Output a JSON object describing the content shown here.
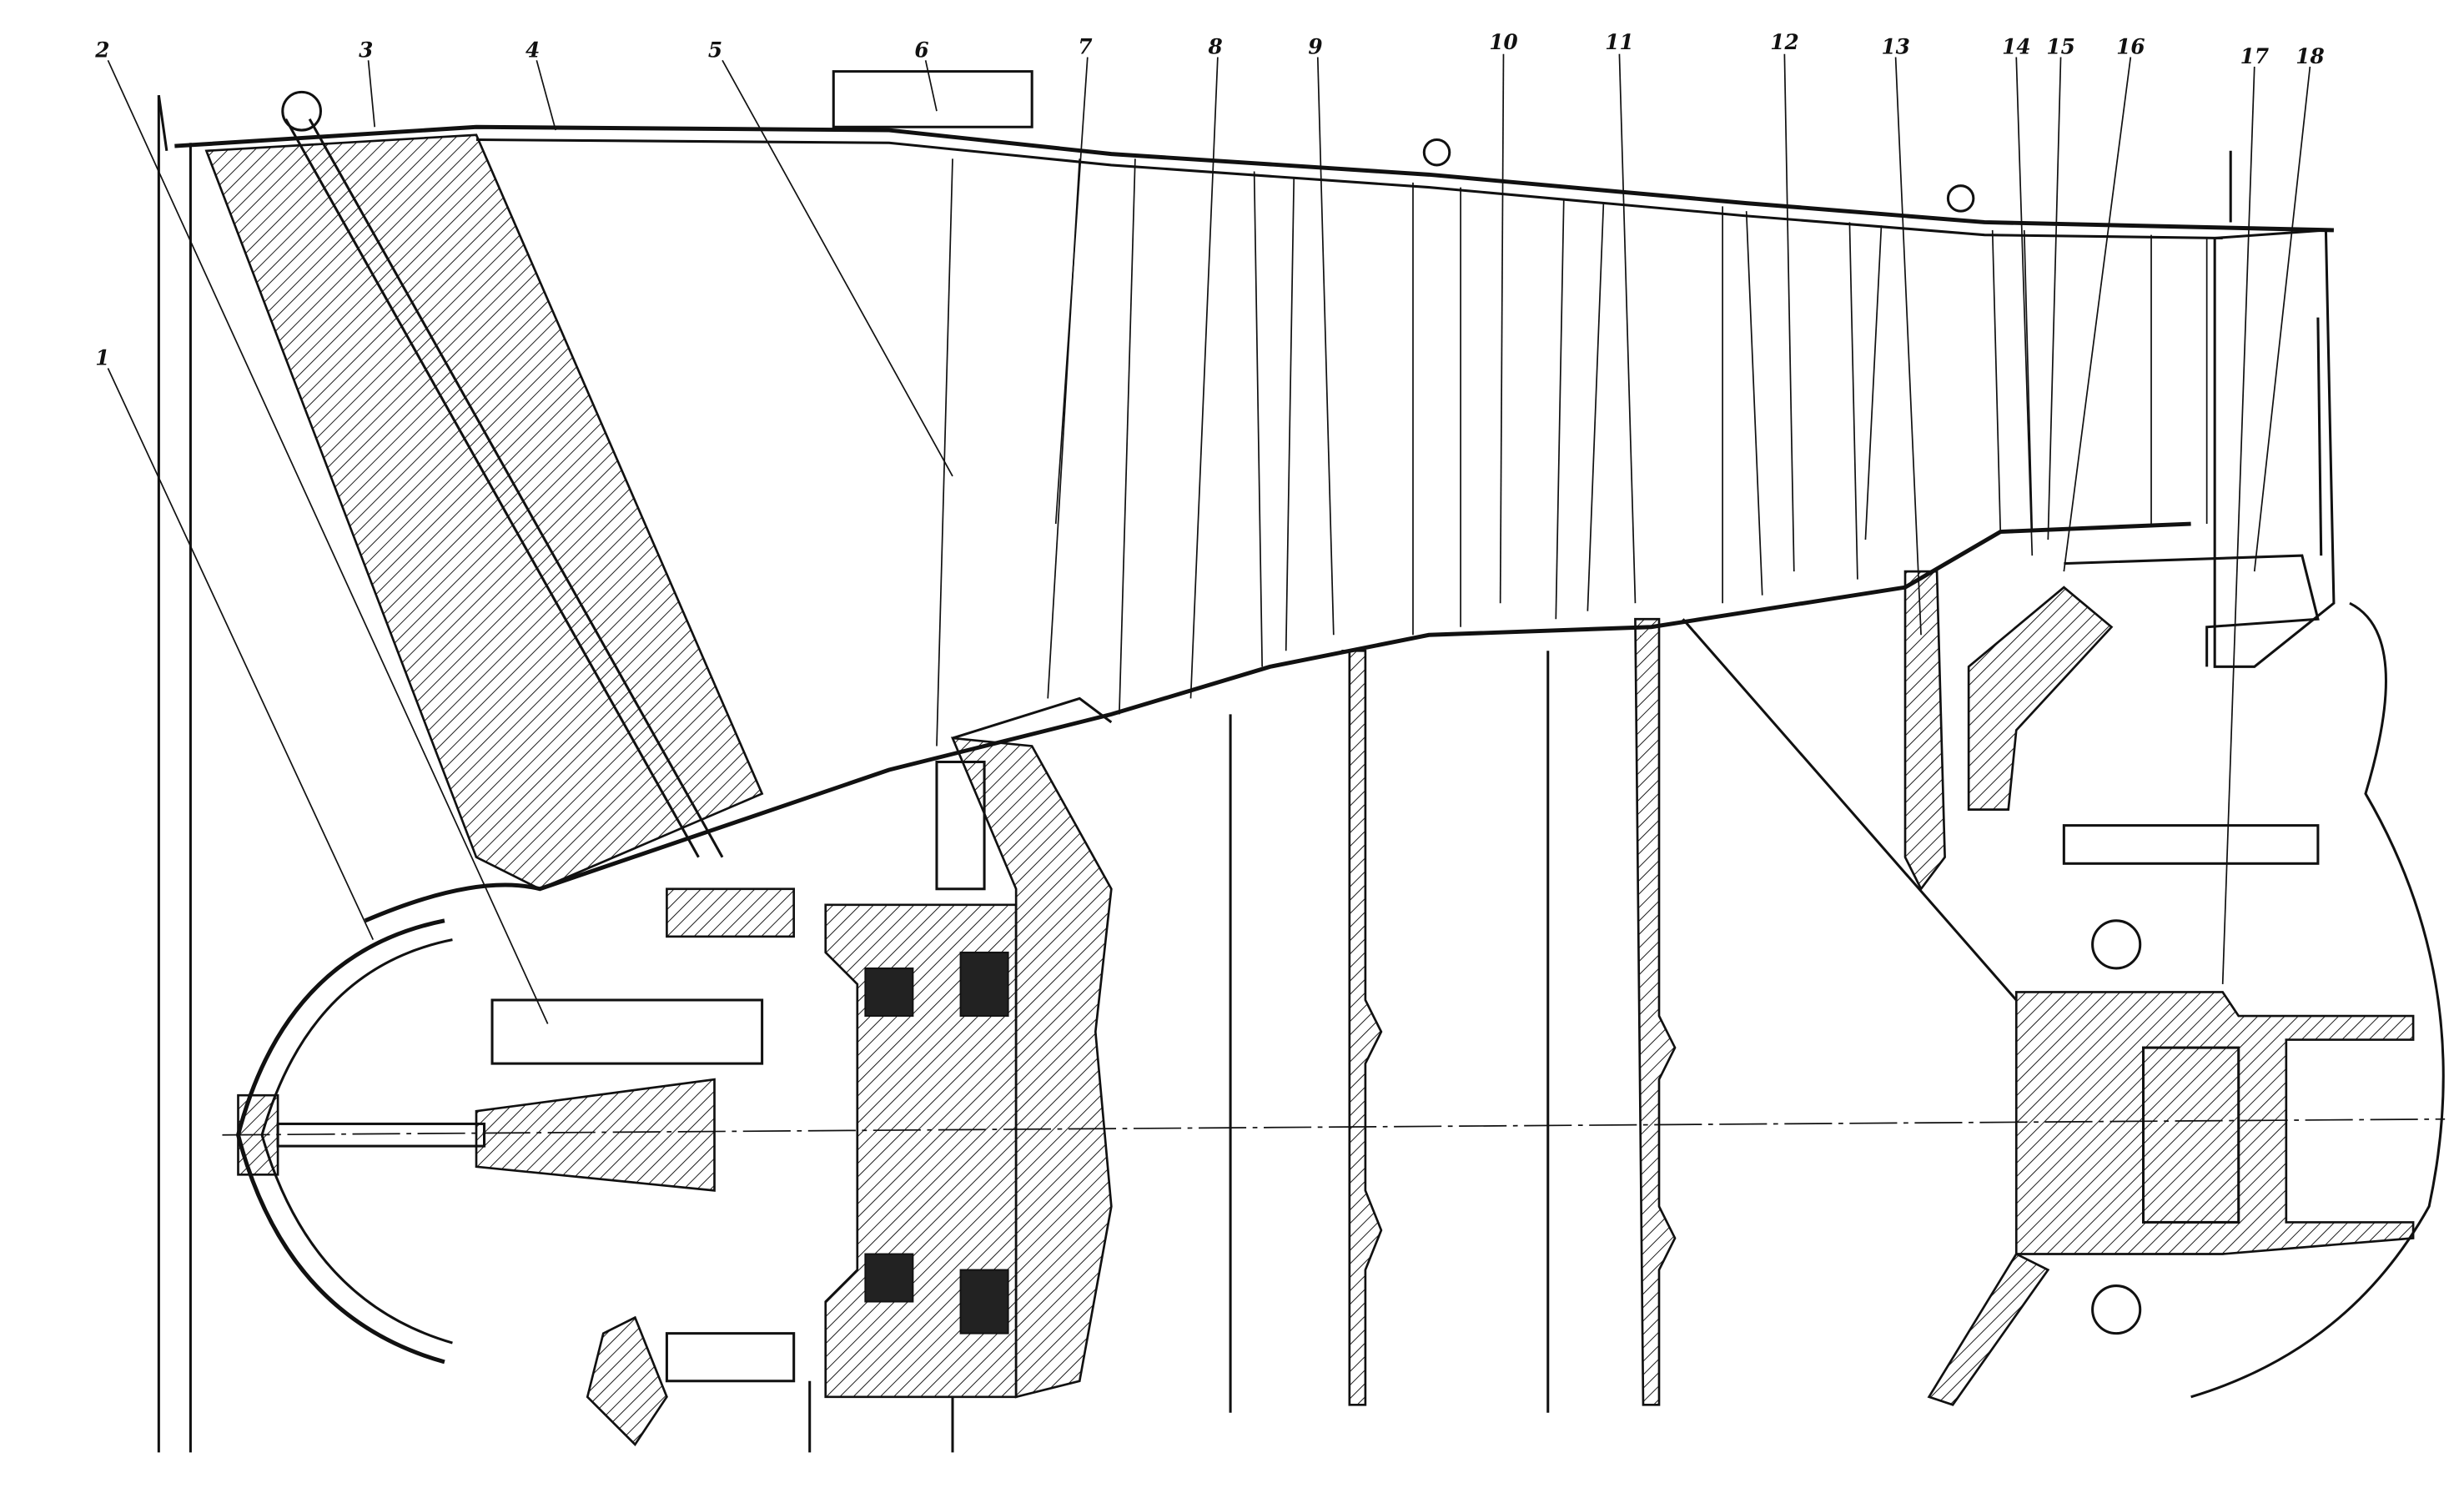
{
  "drawing": {
    "type": "engine compressor cross-section",
    "callouts": [
      "1",
      "2",
      "3",
      "4",
      "5",
      "6",
      "7",
      "8",
      "9",
      "10",
      "11",
      "12",
      "13",
      "14",
      "15",
      "16",
      "17",
      "18"
    ]
  }
}
